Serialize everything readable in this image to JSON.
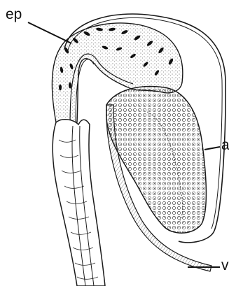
{
  "labels": {
    "ep": "ep",
    "a": "a",
    "v": "v"
  },
  "colors": {
    "ink": "#1a1a1a",
    "background": "#ffffff"
  }
}
